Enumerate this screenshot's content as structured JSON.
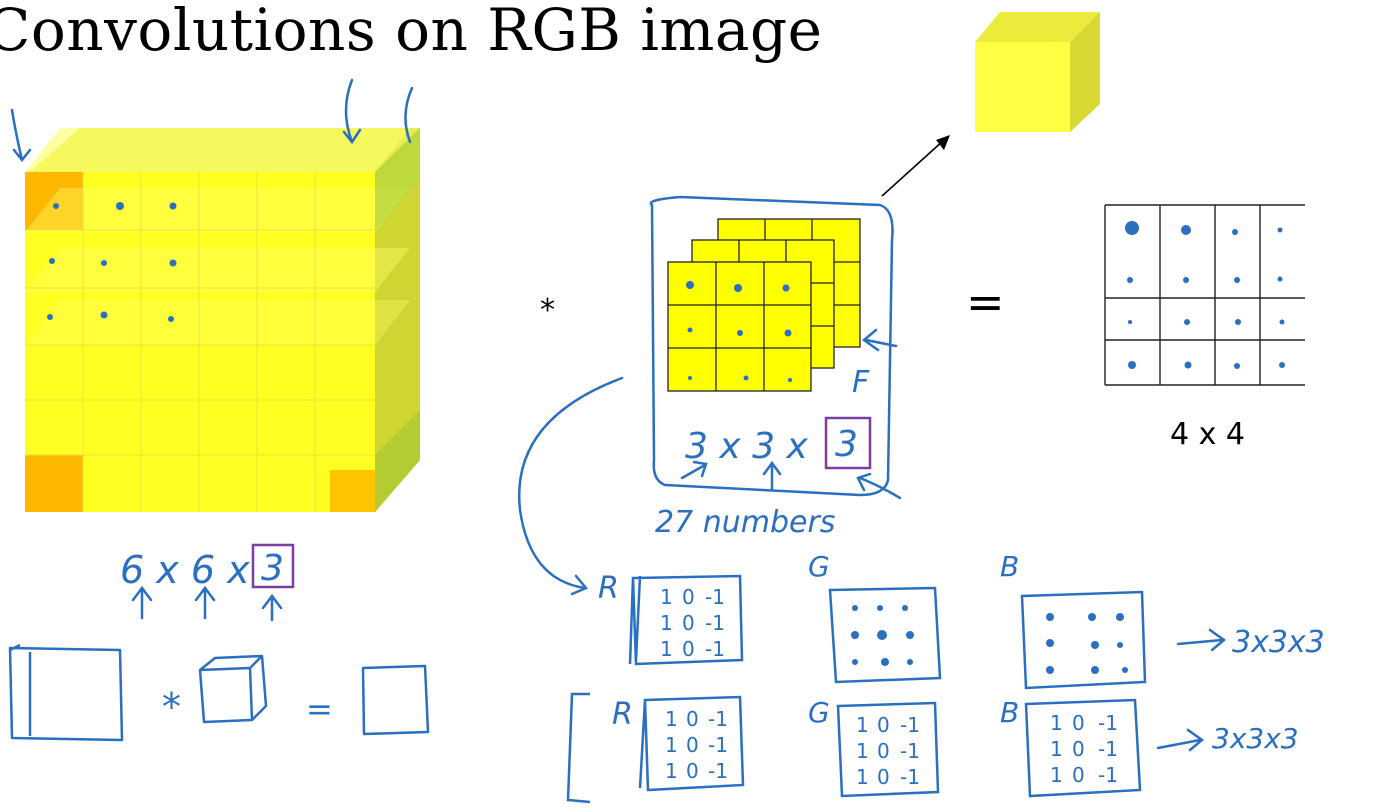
{
  "slide": {
    "title": "Convolutions on RGB image"
  },
  "input_volume": {
    "dims_label": "6 x 6 x",
    "channels": "3"
  },
  "operators": {
    "convolve": "*",
    "equals": "="
  },
  "filter": {
    "dims_label": "3 x 3 x",
    "channels": "3",
    "letter": "F",
    "count_label": "27 numbers"
  },
  "output": {
    "dims_label": "4 x 4"
  },
  "channel_filters": {
    "row1_labels": [
      "R",
      "G",
      "B"
    ],
    "row2_labels": [
      "R",
      "G",
      "B"
    ],
    "result_1": "3x3x3",
    "result_2": "3x3x3",
    "vertical_edge_matrix": [
      [
        "1",
        "0",
        "-1"
      ],
      [
        "1",
        "0",
        "-1"
      ],
      [
        "1",
        "0",
        "-1"
      ]
    ]
  },
  "sketch": {
    "convolve": "*",
    "equals": "="
  },
  "colors": {
    "yellow": "#ffff00",
    "yellow_face": "#ffff44",
    "cube_side": "#d9d936",
    "cube_top": "#ebeb3c",
    "orange": "#ffb300",
    "green": "#a8d02a",
    "ink_blue": "#2a6fc0",
    "ink_purple": "#7a3ea0"
  }
}
